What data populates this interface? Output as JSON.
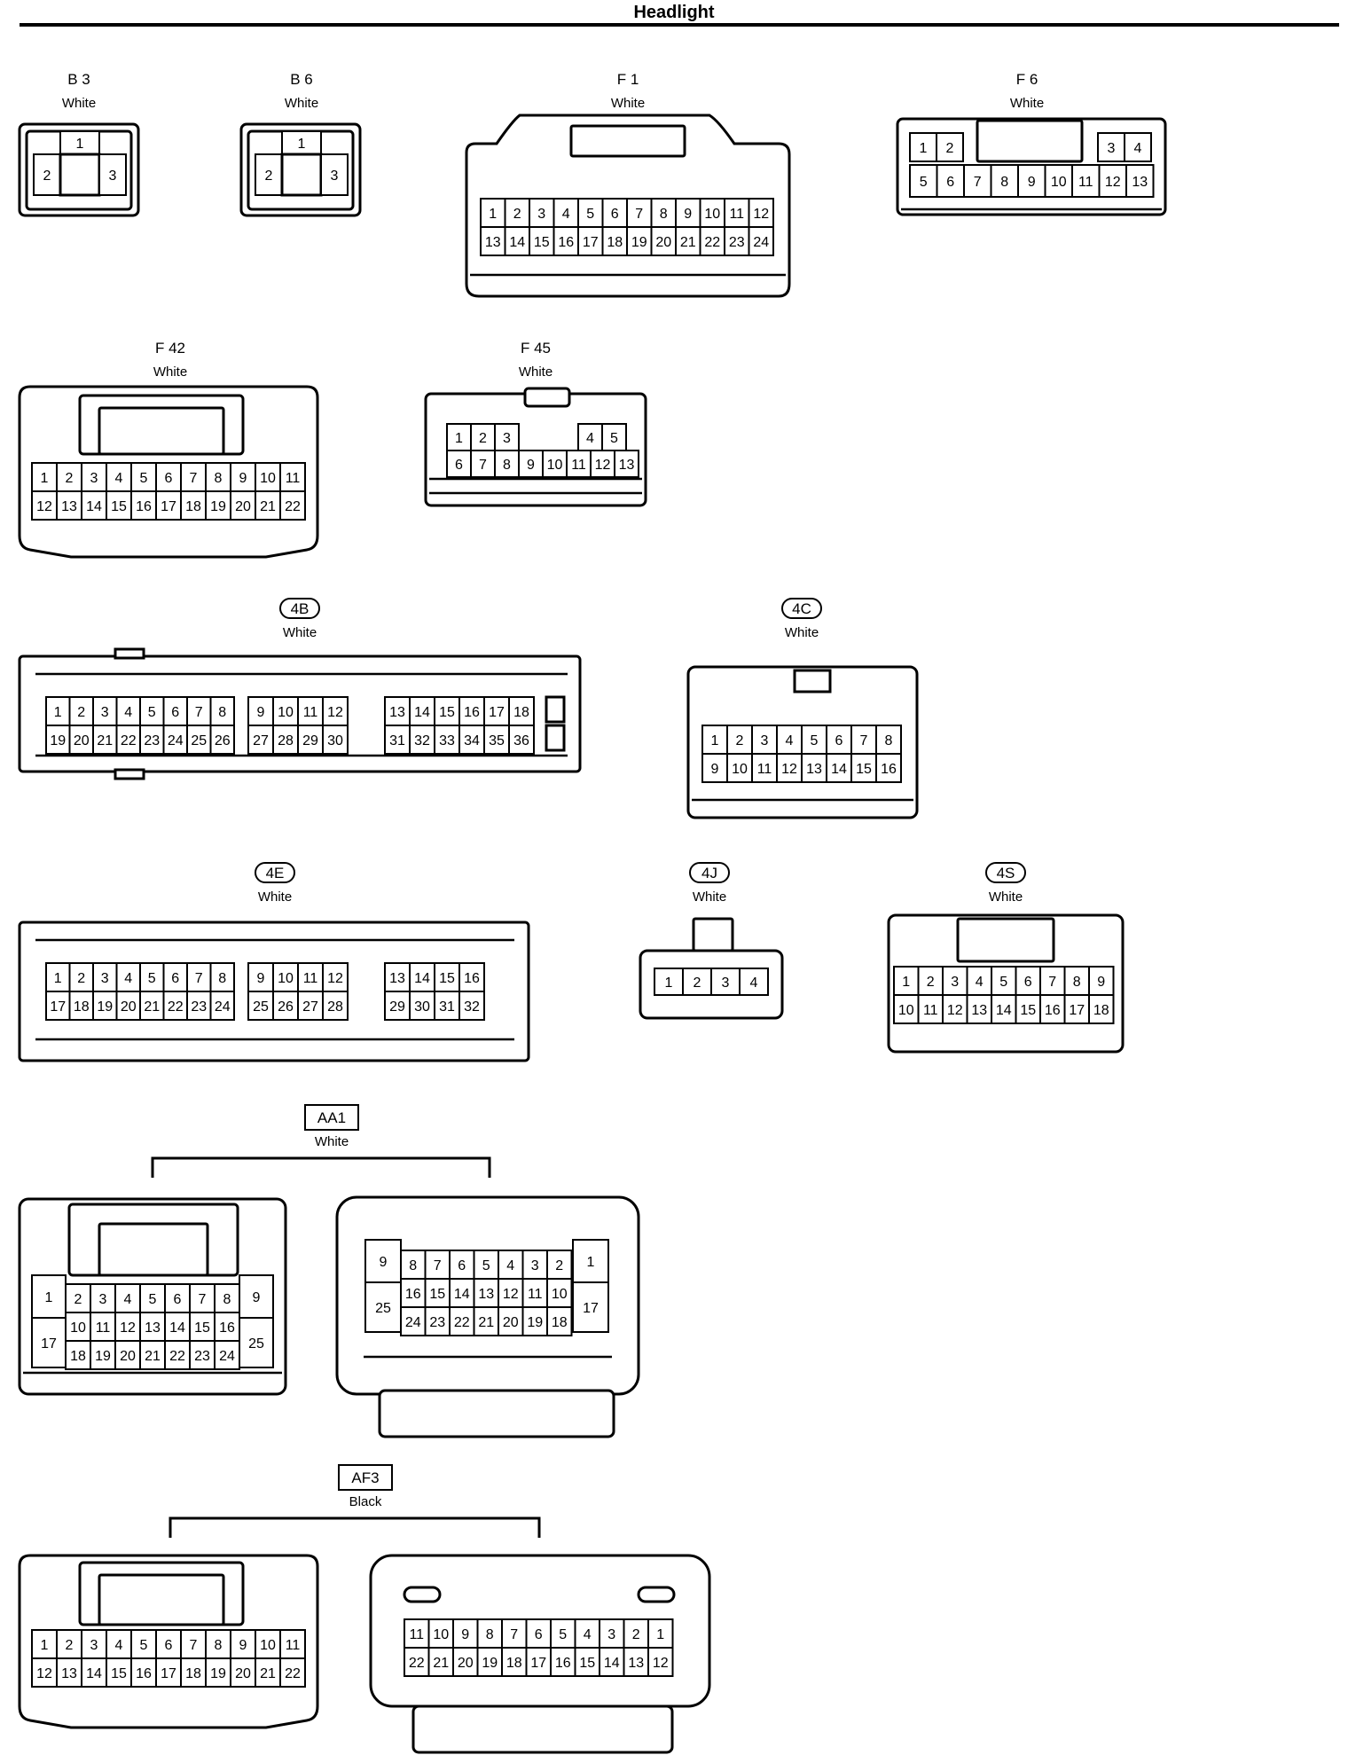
{
  "page": {
    "title": "Headlight"
  },
  "connectors": [
    {
      "id": "c-b3",
      "code": "B 3",
      "color": "White",
      "badge": "none",
      "pin_rows": [
        [
          "1"
        ],
        [
          "2",
          "3"
        ]
      ]
    },
    {
      "id": "c-b6",
      "code": "B 6",
      "color": "White",
      "badge": "none",
      "pin_rows": [
        [
          "1"
        ],
        [
          "2",
          "3"
        ]
      ]
    },
    {
      "id": "c-f1",
      "code": "F 1",
      "color": "White",
      "badge": "none",
      "pin_rows": [
        [
          "1",
          "2",
          "3",
          "4",
          "5",
          "6",
          "7",
          "8",
          "9",
          "10",
          "11",
          "12"
        ],
        [
          "13",
          "14",
          "15",
          "16",
          "17",
          "18",
          "19",
          "20",
          "21",
          "22",
          "23",
          "24"
        ]
      ]
    },
    {
      "id": "c-f6",
      "code": "F 6",
      "color": "White",
      "badge": "none",
      "pin_rows": [
        [
          "1",
          "2",
          "3",
          "4"
        ],
        [
          "5",
          "6",
          "7",
          "8",
          "9",
          "10",
          "11",
          "12",
          "13"
        ]
      ]
    },
    {
      "id": "c-f42",
      "code": "F 42",
      "color": "White",
      "badge": "none",
      "pin_rows": [
        [
          "1",
          "2",
          "3",
          "4",
          "5",
          "6",
          "7",
          "8",
          "9",
          "10",
          "11"
        ],
        [
          "12",
          "13",
          "14",
          "15",
          "16",
          "17",
          "18",
          "19",
          "20",
          "21",
          "22"
        ]
      ]
    },
    {
      "id": "c-f45",
      "code": "F 45",
      "color": "White",
      "badge": "none",
      "pin_rows": [
        [
          "1",
          "2",
          "3",
          "4",
          "5"
        ],
        [
          "6",
          "7",
          "8",
          "9",
          "10",
          "11",
          "12",
          "13"
        ]
      ]
    },
    {
      "id": "c-4b",
      "code": "4B",
      "color": "White",
      "badge": "oval",
      "pin_rows": [
        [
          "1",
          "2",
          "3",
          "4",
          "5",
          "6",
          "7",
          "8"
        ],
        [
          "19",
          "20",
          "21",
          "22",
          "23",
          "24",
          "25",
          "26"
        ],
        [
          "9",
          "10",
          "11",
          "12"
        ],
        [
          "27",
          "28",
          "29",
          "30"
        ],
        [
          "13",
          "14",
          "15",
          "16",
          "17",
          "18"
        ],
        [
          "31",
          "32",
          "33",
          "34",
          "35",
          "36"
        ]
      ]
    },
    {
      "id": "c-4c",
      "code": "4C",
      "color": "White",
      "badge": "oval",
      "pin_rows": [
        [
          "1",
          "2",
          "3",
          "4",
          "5",
          "6",
          "7",
          "8"
        ],
        [
          "9",
          "10",
          "11",
          "12",
          "13",
          "14",
          "15",
          "16"
        ]
      ]
    },
    {
      "id": "c-4e",
      "code": "4E",
      "color": "White",
      "badge": "oval",
      "pin_rows": [
        [
          "1",
          "2",
          "3",
          "4",
          "5",
          "6",
          "7",
          "8"
        ],
        [
          "17",
          "18",
          "19",
          "20",
          "21",
          "22",
          "23",
          "24"
        ],
        [
          "9",
          "10",
          "11",
          "12"
        ],
        [
          "25",
          "26",
          "27",
          "28"
        ],
        [
          "13",
          "14",
          "15",
          "16"
        ],
        [
          "29",
          "30",
          "31",
          "32"
        ]
      ]
    },
    {
      "id": "c-4j",
      "code": "4J",
      "color": "White",
      "badge": "oval",
      "pin_rows": [
        [
          "1",
          "2",
          "3",
          "4"
        ]
      ]
    },
    {
      "id": "c-4s",
      "code": "4S",
      "color": "White",
      "badge": "oval",
      "pin_rows": [
        [
          "1",
          "2",
          "3",
          "4",
          "5",
          "6",
          "7",
          "8",
          "9"
        ],
        [
          "10",
          "11",
          "12",
          "13",
          "14",
          "15",
          "16",
          "17",
          "18"
        ]
      ]
    },
    {
      "id": "c-aa1",
      "code": "AA1",
      "color": "White",
      "badge": "box",
      "pin_rows": [
        [
          "1",
          "17"
        ],
        [
          "2",
          "3",
          "4",
          "5",
          "6",
          "7",
          "8"
        ],
        [
          "10",
          "11",
          "12",
          "13",
          "14",
          "15",
          "16"
        ],
        [
          "18",
          "19",
          "20",
          "21",
          "22",
          "23",
          "24"
        ],
        [
          "9",
          "25"
        ],
        [
          "9",
          "25"
        ],
        [
          "8",
          "7",
          "6",
          "5",
          "4",
          "3",
          "2"
        ],
        [
          "16",
          "15",
          "14",
          "13",
          "12",
          "11",
          "10"
        ],
        [
          "24",
          "23",
          "22",
          "21",
          "20",
          "19",
          "18"
        ],
        [
          "1",
          "17"
        ]
      ]
    },
    {
      "id": "c-af3",
      "code": "AF3",
      "color": "Black",
      "badge": "box",
      "pin_rows": [
        [
          "1",
          "2",
          "3",
          "4",
          "5",
          "6",
          "7",
          "8",
          "9",
          "10",
          "11"
        ],
        [
          "12",
          "13",
          "14",
          "15",
          "16",
          "17",
          "18",
          "19",
          "20",
          "21",
          "22"
        ],
        [
          "11",
          "10",
          "9",
          "8",
          "7",
          "6",
          "5",
          "4",
          "3",
          "2",
          "1"
        ],
        [
          "22",
          "21",
          "20",
          "19",
          "18",
          "17",
          "16",
          "15",
          "14",
          "13",
          "12"
        ]
      ]
    }
  ]
}
